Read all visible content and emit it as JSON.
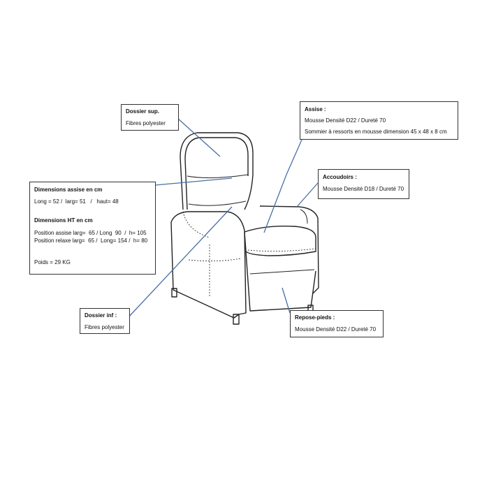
{
  "callouts": {
    "dossier_sup": {
      "title": "Dossier sup.",
      "lines": [
        "Fibres polyester"
      ]
    },
    "assise": {
      "title": "Assise :",
      "lines": [
        "Mousse Densité D22 / Dureté 70",
        "Sommier à ressorts en mousse dimension 45 x 48 x 8 cm"
      ]
    },
    "accoudoirs": {
      "title": "Accoudoirs :",
      "lines": [
        "Mousse Densité D18 / Dureté 70"
      ]
    },
    "dimensions": {
      "title": "Dimensions assise en cm",
      "lines": [
        "Long = 52 /  larg= 51   /   haut= 48"
      ],
      "title2": "Dimensions HT en cm",
      "lines2": [
        "Position assise larg=  65 / Long  90  /  h= 105",
        "Position relaxe larg=  65 /  Long= 154 /  h= 80"
      ],
      "weight": "Poids = 29 KG"
    },
    "dossier_inf": {
      "title": "Dossier inf :",
      "lines": [
        "Fibres polyester"
      ]
    },
    "repose_pieds": {
      "title": "Repose-pieds :",
      "lines": [
        "Mousse Densité D22 / Dureté 70"
      ]
    }
  },
  "colors": {
    "leader_line": "#4a6fa5",
    "outline": "#222222"
  }
}
